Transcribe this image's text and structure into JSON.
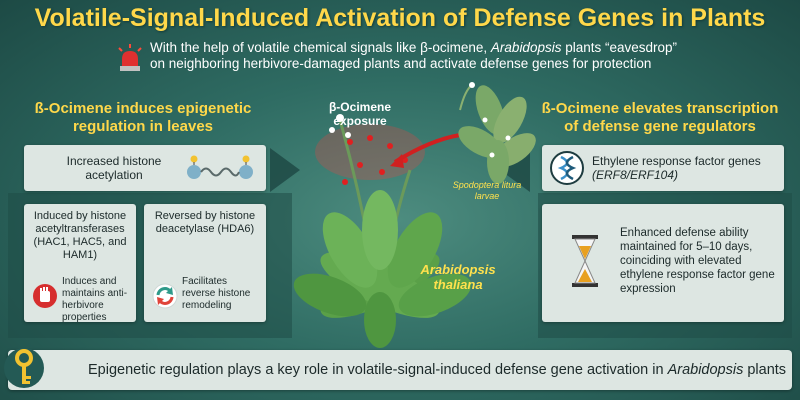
{
  "title": "Volatile-Signal-Induced Activation of Defense Genes in Plants",
  "subtitle": {
    "line1_pre": "With the help of volatile chemical signals like β-ocimene, ",
    "line1_italic": "Arabidopsis",
    "line1_post": " plants “eavesdrop”",
    "line2": "on neighboring herbivore-damaged plants and activate defense genes for protection"
  },
  "left": {
    "heading_line1": "ß-Ocimene induces epigenetic",
    "heading_line2": "regulation in leaves",
    "acetylation": "Increased histone acetylation",
    "hat_box": {
      "title": "Induced by histone acetyltransferases (HAC1, HAC5, and HAM1)",
      "desc": "Induces and maintains anti-herbivore properties"
    },
    "hda_box": {
      "title": "Reversed by histone deacetylase (HDA6)",
      "desc": "Facilitates reverse histone remodeling"
    }
  },
  "center": {
    "exposure_label": "β-Ocimene exposure",
    "larvae_label": "Spodoptera litura larvae",
    "plant_label": "Arabidopsis thaliana"
  },
  "right": {
    "heading_line1": "ß-Ocimene elevates transcription",
    "heading_line2": "of defense gene regulators",
    "erf_pre": "Ethylene response factor genes ",
    "erf_italic": "(ERF8/ERF104)",
    "defense_text": "Enhanced defense ability maintained for 5–10 days, coinciding with elevated ethylene response factor gene expression"
  },
  "bottom": {
    "text_pre": "Epigenetic regulation plays a key role in volatile-signal-induced defense gene activation in ",
    "text_italic": "Arabidopsis",
    "text_post": " plants"
  },
  "icons": {
    "alarm": "alarm-siren-icon",
    "dna": "dna-icon",
    "hourglass": "hourglass-icon",
    "stop": "stop-hand-icon",
    "reverse": "reverse-arrows-icon",
    "key": "key-icon"
  },
  "colors": {
    "title": "#ffd84a",
    "background": "#2f6c63",
    "box": "#dde6e2",
    "alarm": "#e03030"
  }
}
